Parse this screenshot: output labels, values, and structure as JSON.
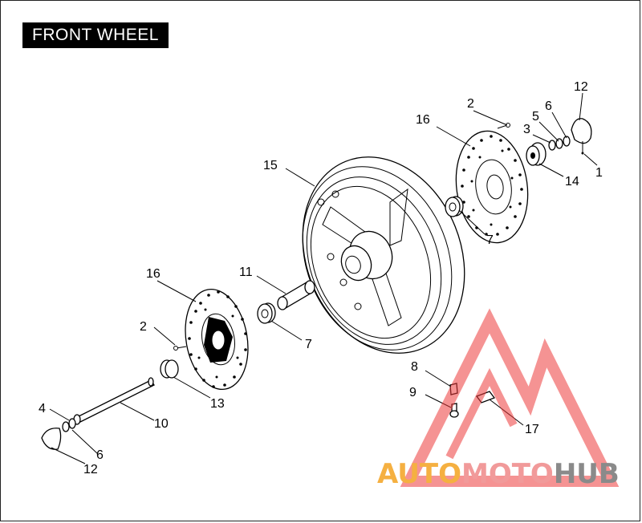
{
  "title": "FRONT WHEEL",
  "callouts": {
    "c1": "1",
    "c2a": "2",
    "c2b": "2",
    "c3": "3",
    "c4": "4",
    "c5": "5",
    "c6a": "6",
    "c6b": "6",
    "c7a": "7",
    "c7b": "7",
    "c8": "8",
    "c9": "9",
    "c10": "10",
    "c11": "11",
    "c12a": "12",
    "c12b": "12",
    "c13": "13",
    "c14": "14",
    "c15": "15",
    "c16a": "16",
    "c16b": "16",
    "c17": "17"
  },
  "watermark": {
    "part1": "AUTO",
    "part2": "MOTO",
    "part3": "HUB",
    "colors": {
      "orange": "#f5b041",
      "pink": "#f19a9a",
      "gray": "#8a8a8a",
      "triangle": "#ee3b3b"
    }
  }
}
